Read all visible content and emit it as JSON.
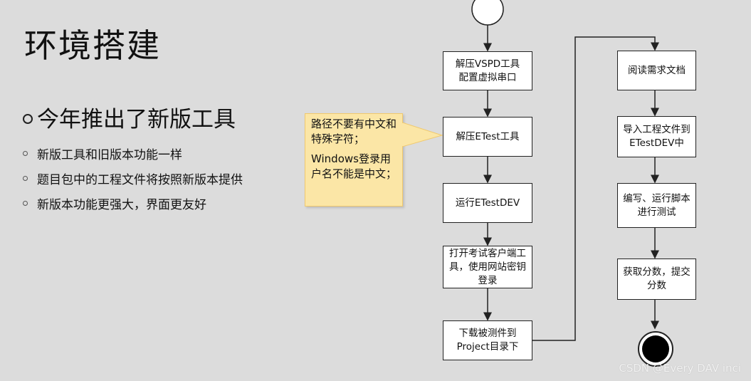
{
  "slide": {
    "title": "环境搭建",
    "main_bullet": "今年推出了新版工具",
    "sub_bullets": [
      "新版工具和旧版本功能一样",
      "题目包中的工程文件将按照新版本提供",
      "新版本功能更强大，界面更友好"
    ]
  },
  "callout": {
    "line1": "路径不要有中文和特殊字符；",
    "line2": "Windows登录用户名不能是中文；"
  },
  "flow_left": [
    "解压VSPD工具\n配置虚拟串口",
    "解压ETest工具",
    "运行ETestDEV",
    "打开考试客户端工具，使用网站密钥登录",
    "下载被测件到\nProject目录下"
  ],
  "flow_right": [
    "阅读需求文档",
    "导入工程文件到\nETestDEV中",
    "编写、运行脚本\n进行测试",
    "获取分数，提交\n分数"
  ],
  "watermark": "CSDN @Every DAV inci"
}
